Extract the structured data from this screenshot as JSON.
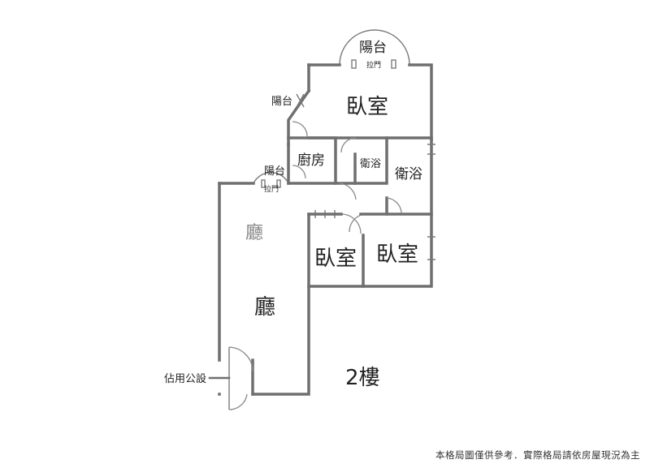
{
  "labels": {
    "balcony_top": "陽台",
    "slide_door_top": "拉門",
    "balcony_left": "陽台",
    "bedroom_main": "臥室",
    "kitchen": "廚房",
    "bath_small": "衛浴",
    "bath_large": "衛浴",
    "balcony_mid": "陽台",
    "slide_door_mid": "拉門",
    "living_upper": "廳",
    "bedroom_mid": "臥室",
    "bedroom_right": "臥室",
    "living_lower": "廳",
    "public_area": "佔用公設",
    "floor": "2樓"
  },
  "footer_note": "本格局圖僅供參考．實際格局請依房屋現況為主"
}
